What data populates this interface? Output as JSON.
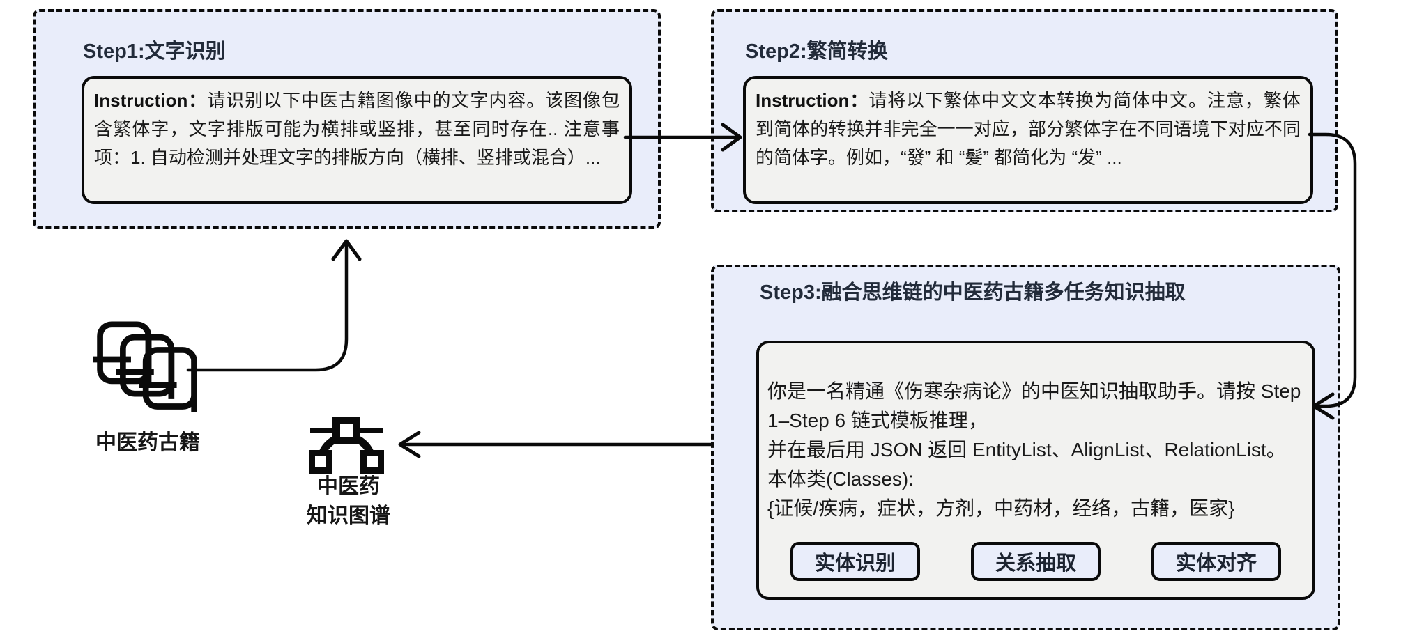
{
  "diagram_title_note": "TCM ancient-book knowledge extraction pipeline",
  "colors": {
    "panel_bg": "#e9edfa",
    "card_bg": "#f2f2f0",
    "line": "#0a0a0a",
    "title_text": "#222b3a"
  },
  "step1": {
    "title": "Step1:文字识别",
    "instruction": {
      "label": "Instruction：",
      "text": "请识别以下中医古籍图像中的文字内容。该图像包含繁体字，文字排版可能为横排或竖排，甚至同时存在.. 注意事项：1. 自动检测并处理文字的排版方向（横排、竖排或混合）..."
    }
  },
  "step2": {
    "title": "Step2:繁简转换",
    "instruction": {
      "label": "Instruction：",
      "text": "请将以下繁体中文文本转换为简体中文。注意，繁体到简体的转换并非完全一一对应，部分繁体字在不同语境下对应不同的简体字。例如，“發” 和 “髮” 都简化为 “发” ..."
    }
  },
  "step3": {
    "title": "Step3:融合思维链的中医药古籍多任务知识抽取",
    "prompt_lines": [
      "你是一名精通《伤寒杂病论》的中医知识抽取助手。请按 Step",
      "1–Step 6 链式模板推理，",
      "并在最后用 JSON 返回 EntityList、AlignList、RelationList。",
      "本体类(Classes):",
      "{证候/疾病，症状，方剂，中药材，经络，古籍，医家}"
    ],
    "task_buttons": [
      "实体识别",
      "关系抽取",
      "实体对齐"
    ]
  },
  "sources": {
    "ancient_books_label": "中医药古籍",
    "knowledge_graph_label_line1": "中医药",
    "knowledge_graph_label_line2": "知识图谱"
  }
}
